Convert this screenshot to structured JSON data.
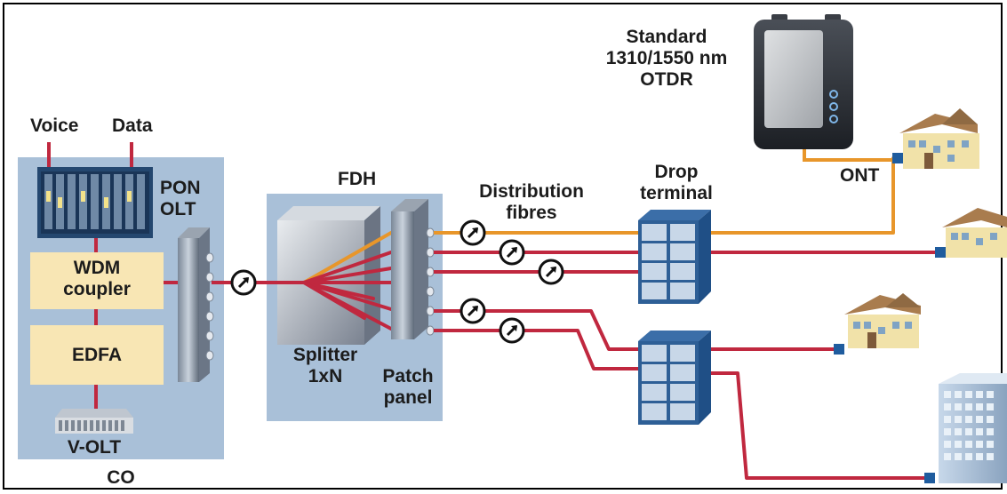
{
  "labels": {
    "voice": "Voice",
    "data": "Data",
    "pon_olt": [
      "PON",
      "OLT"
    ],
    "wdm_coupler": [
      "WDM",
      "coupler"
    ],
    "edfa": "EDFA",
    "v_olt": "V-OLT",
    "co": "CO",
    "fdh": "FDH",
    "splitter": [
      "Splitter",
      "1xN"
    ],
    "patch_panel": [
      "Patch",
      "panel"
    ],
    "distribution_fibres": [
      "Distribution",
      "fibres"
    ],
    "drop_terminal": [
      "Drop",
      "terminal"
    ],
    "otdr": [
      "Standard",
      "1310/1550 nm",
      "OTDR"
    ],
    "ont": "ONT"
  },
  "colors": {
    "fibre_red": "#c0283f",
    "fibre_orange": "#e8962a",
    "panel_blue": "#a9c0d8",
    "module_yellow": "#f8e6b4",
    "connector_blue": "#1f5c9e"
  },
  "icons": {
    "test_point": "arrow-in-circle-icon",
    "house": "house-icon",
    "building": "building-icon"
  }
}
